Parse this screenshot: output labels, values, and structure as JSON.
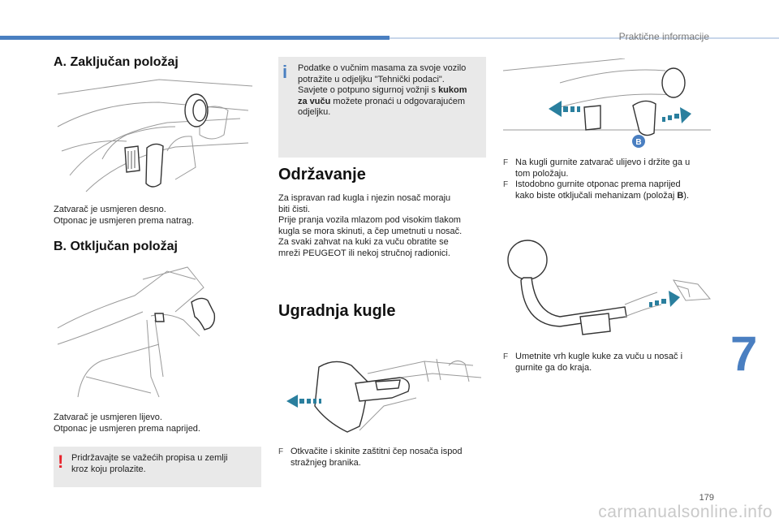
{
  "header": {
    "section_title": "Praktične informacije",
    "chapter_number": "7",
    "page_number": "179"
  },
  "watermark": "carmanualsonline.info",
  "left_column": {
    "section_a": {
      "title": "A. Zaključan položaj",
      "lines": [
        "Zatvarač je usmjeren desno.",
        "Otponac je usmjeren prema natrag."
      ]
    },
    "section_b": {
      "title": "B. Otključan položaj",
      "lines": [
        "Zatvarač je usmjeren lijevo.",
        "Otponac je usmjeren prema naprijed."
      ]
    },
    "warning_note": {
      "icon": "!",
      "lines": [
        "Pridržavajte se važećih propisa u zemlji",
        "kroz koju prolazite."
      ]
    }
  },
  "middle_column": {
    "info_note": {
      "icon": "i",
      "lines": [
        "Podatke o vučnim masama za svoje vozilo",
        "potražite u odjeljku \"Tehnički podaci\".",
        "Savjete o potpuno sigurnoj vožnji s "
      ],
      "bold_1": "kukom",
      "bold_2": "za vuču",
      "line_5_rest": " možete pronaći u odgovarajućem",
      "line_6": "odjeljku."
    },
    "odrzavanje": {
      "title": "Održavanje",
      "lines": [
        "Za ispravan rad kugla i njezin nosač moraju",
        "biti čisti.",
        "Prije pranja vozila mlazom pod visokim tlakom",
        "kugla se mora skinuti, a čep umetnuti u nosač.",
        "Za svaki zahvat na kuki za vuču obratite se",
        "mreži PEUGEOT ili nekoj stručnoj radionici."
      ]
    },
    "ugradnja": {
      "title": "Ugradnja kugle",
      "bullet_mark": "F",
      "bullet_lines": [
        "Otkvačite i skinite zaštitni čep nosača ispod",
        "stražnjeg branika."
      ]
    }
  },
  "right_column": {
    "figure_label": "B",
    "bullet_1": {
      "mark": "F",
      "lines": [
        "Na kugli gurnite zatvarač ulijevo i držite ga u",
        "tom položaju."
      ]
    },
    "bullet_2": {
      "mark": "F",
      "lines": [
        "Istodobno gurnite otponac prema naprijed",
        "kako biste otključali mehanizam (položaj "
      ],
      "bold": "B",
      "tail": ")."
    },
    "bullet_3": {
      "mark": "F",
      "lines": [
        "Umetnite vrh kugle kuke za vuču u nosač i",
        "gurnite ga do kraja."
      ]
    }
  },
  "colors": {
    "accent_blue": "#4a7fc1",
    "warning_red": "#e8232c",
    "note_grey": "#e9e9e9",
    "arrow_teal": "#2a7f9e"
  }
}
